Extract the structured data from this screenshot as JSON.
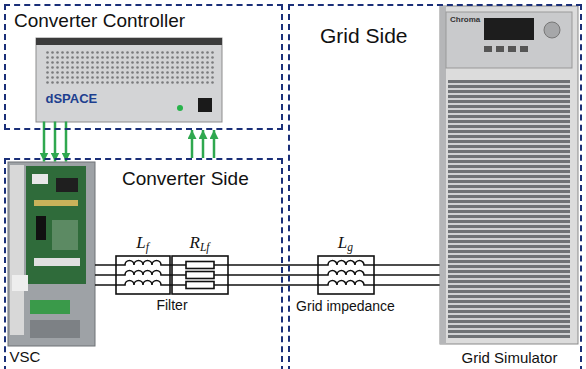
{
  "diagram": {
    "nodes": [
      {
        "text": [
          "Converter Controller"
        ]
      },
      {
        "text": [
          "dSPACE"
        ],
        "in": 0
      },
      {
        "text": [
          "Converter Side"
        ]
      },
      {
        "text": [
          "VSC"
        ],
        "in": 2
      },
      {
        "text": [
          "Lf"
        ],
        "in": 2
      },
      {
        "text": [
          "RLf"
        ],
        "in": 2
      },
      {
        "text": [
          "Grid Side"
        ]
      },
      {
        "text": [
          "Lg",
          "Grid impedance"
        ],
        "in": 6
      },
      {
        "text": [
          "Grid Simulator"
        ],
        "in": 6
      }
    ],
    "edges": [
      {
        "from": 1,
        "to": 3,
        "arrow": "to"
      },
      {
        "from": 1,
        "to": 3,
        "arrow": "to"
      },
      {
        "from": 1,
        "to": 3,
        "arrow": "to"
      },
      {
        "from": 2,
        "to": 0,
        "arrow": "to"
      },
      {
        "from": 2,
        "to": 0,
        "arrow": "to"
      },
      {
        "from": 2,
        "to": 0,
        "arrow": "to"
      }
    ],
    "labels": [
      "Filter",
      "Chroma"
    ]
  }
}
